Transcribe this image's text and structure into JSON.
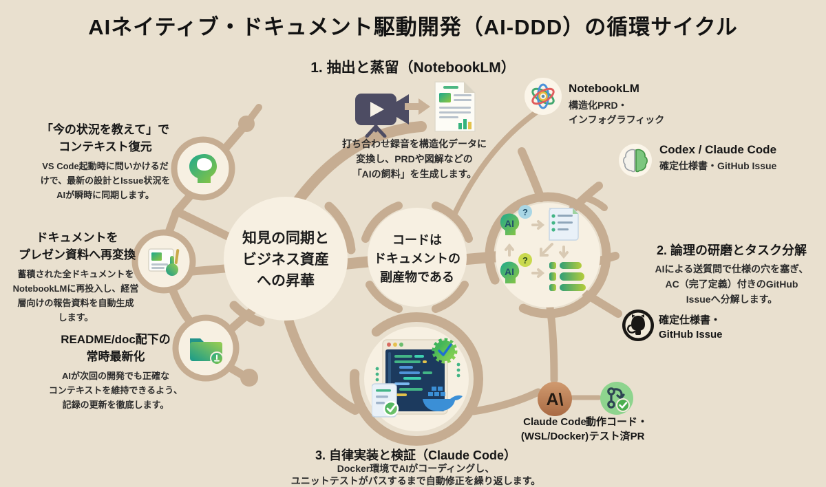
{
  "title": "AIネイティブ・ドキュメント駆動開発（AI-DDD）の循環サイクル",
  "colors": {
    "background": "#e9e0cf",
    "network_tan": "#c6ad92",
    "circle_cream": "#f7f0e2",
    "accent_teal": "#1ea98d",
    "accent_lime": "#8ec63f",
    "github_black": "#191714",
    "claude_copper": "#b97f56",
    "docker_blue": "#3b8fd6",
    "camera_slate": "#4d4c63"
  },
  "steps": {
    "step1": {
      "title": "1. 抽出と蒸留（NotebookLM）",
      "icons": [
        "video-camera-icon",
        "arrow-right-icon",
        "document-chart-icon"
      ],
      "body_lines": [
        "打ち合わせ録音を構造化データに",
        "変換し、PRDや図解などの",
        "「AIの飼料」を生成します。"
      ]
    },
    "step2": {
      "title": "2. 論理の研磨とタスク分解",
      "body_lines": [
        "AIによる送質問で仕様の穴を塞ぎ、",
        "AC（完了定義）付きのGitHub",
        "Issueへ分解します。"
      ]
    },
    "step3": {
      "title": "3. 自律実装と検証（Claude Code）",
      "body_lines": [
        "Docker環境でAIがコーディングし、",
        "ユニットテストがパスするまで自動修正を繰り返します。"
      ]
    }
  },
  "left_features": [
    {
      "icon": "head-brain-icon",
      "title_lines": [
        "「今の状況を教えて」で",
        "コンテキスト復元"
      ],
      "body_lines": [
        "VS Code起動時に問いかけるだ",
        "けで、最新の設計とIssue状況を",
        "AIが瞬時に同期します。"
      ]
    },
    {
      "icon": "presentation-doc-icon",
      "title_lines": [
        "ドキュメントを",
        "プレゼン資料へ再変換"
      ],
      "body_lines": [
        "蓄積された全ドキュメントを",
        "NotebookLMに再投入し、経営",
        "層向けの報告資料を自動生成",
        "します。"
      ]
    },
    {
      "icon": "folder-sync-icon",
      "title_lines": [
        "README/doc配下の",
        "常時最新化"
      ],
      "body_lines": [
        "AIが次回の開発でも正確な",
        "コンテキストを維持できるよう、",
        "記録の更新を徹底します。"
      ]
    }
  ],
  "center_circles": [
    {
      "lines": [
        "知見の同期と",
        "ビジネス資産",
        "への昇華"
      ]
    },
    {
      "lines": [
        "コードは",
        "ドキュメントの",
        "副産物である"
      ]
    }
  ],
  "cluster": {
    "ai_label": "AI",
    "question_mark": "?"
  },
  "outputs": {
    "notebooklm": {
      "icon": "atom-icon",
      "name": "NotebookLM",
      "desc_lines": [
        "構造化PRD・",
        "インフォグラフィック"
      ]
    },
    "codex": {
      "icon": "brain-icon",
      "name": "Codex / Claude Code",
      "desc": "確定仕様書・GitHub Issue"
    },
    "github": {
      "icon": "github-icon",
      "label_lines": [
        "確定仕様書・",
        "GitHub Issue"
      ]
    },
    "claude": {
      "icon": "claude-icon",
      "logo_glyph": "A\\",
      "label_lines": [
        "Claude Code",
        "(WSL/Docker)"
      ]
    },
    "branch": {
      "icon": "git-branch-check-icon",
      "label_lines": [
        "動作コード・",
        "テスト済PR"
      ]
    }
  }
}
